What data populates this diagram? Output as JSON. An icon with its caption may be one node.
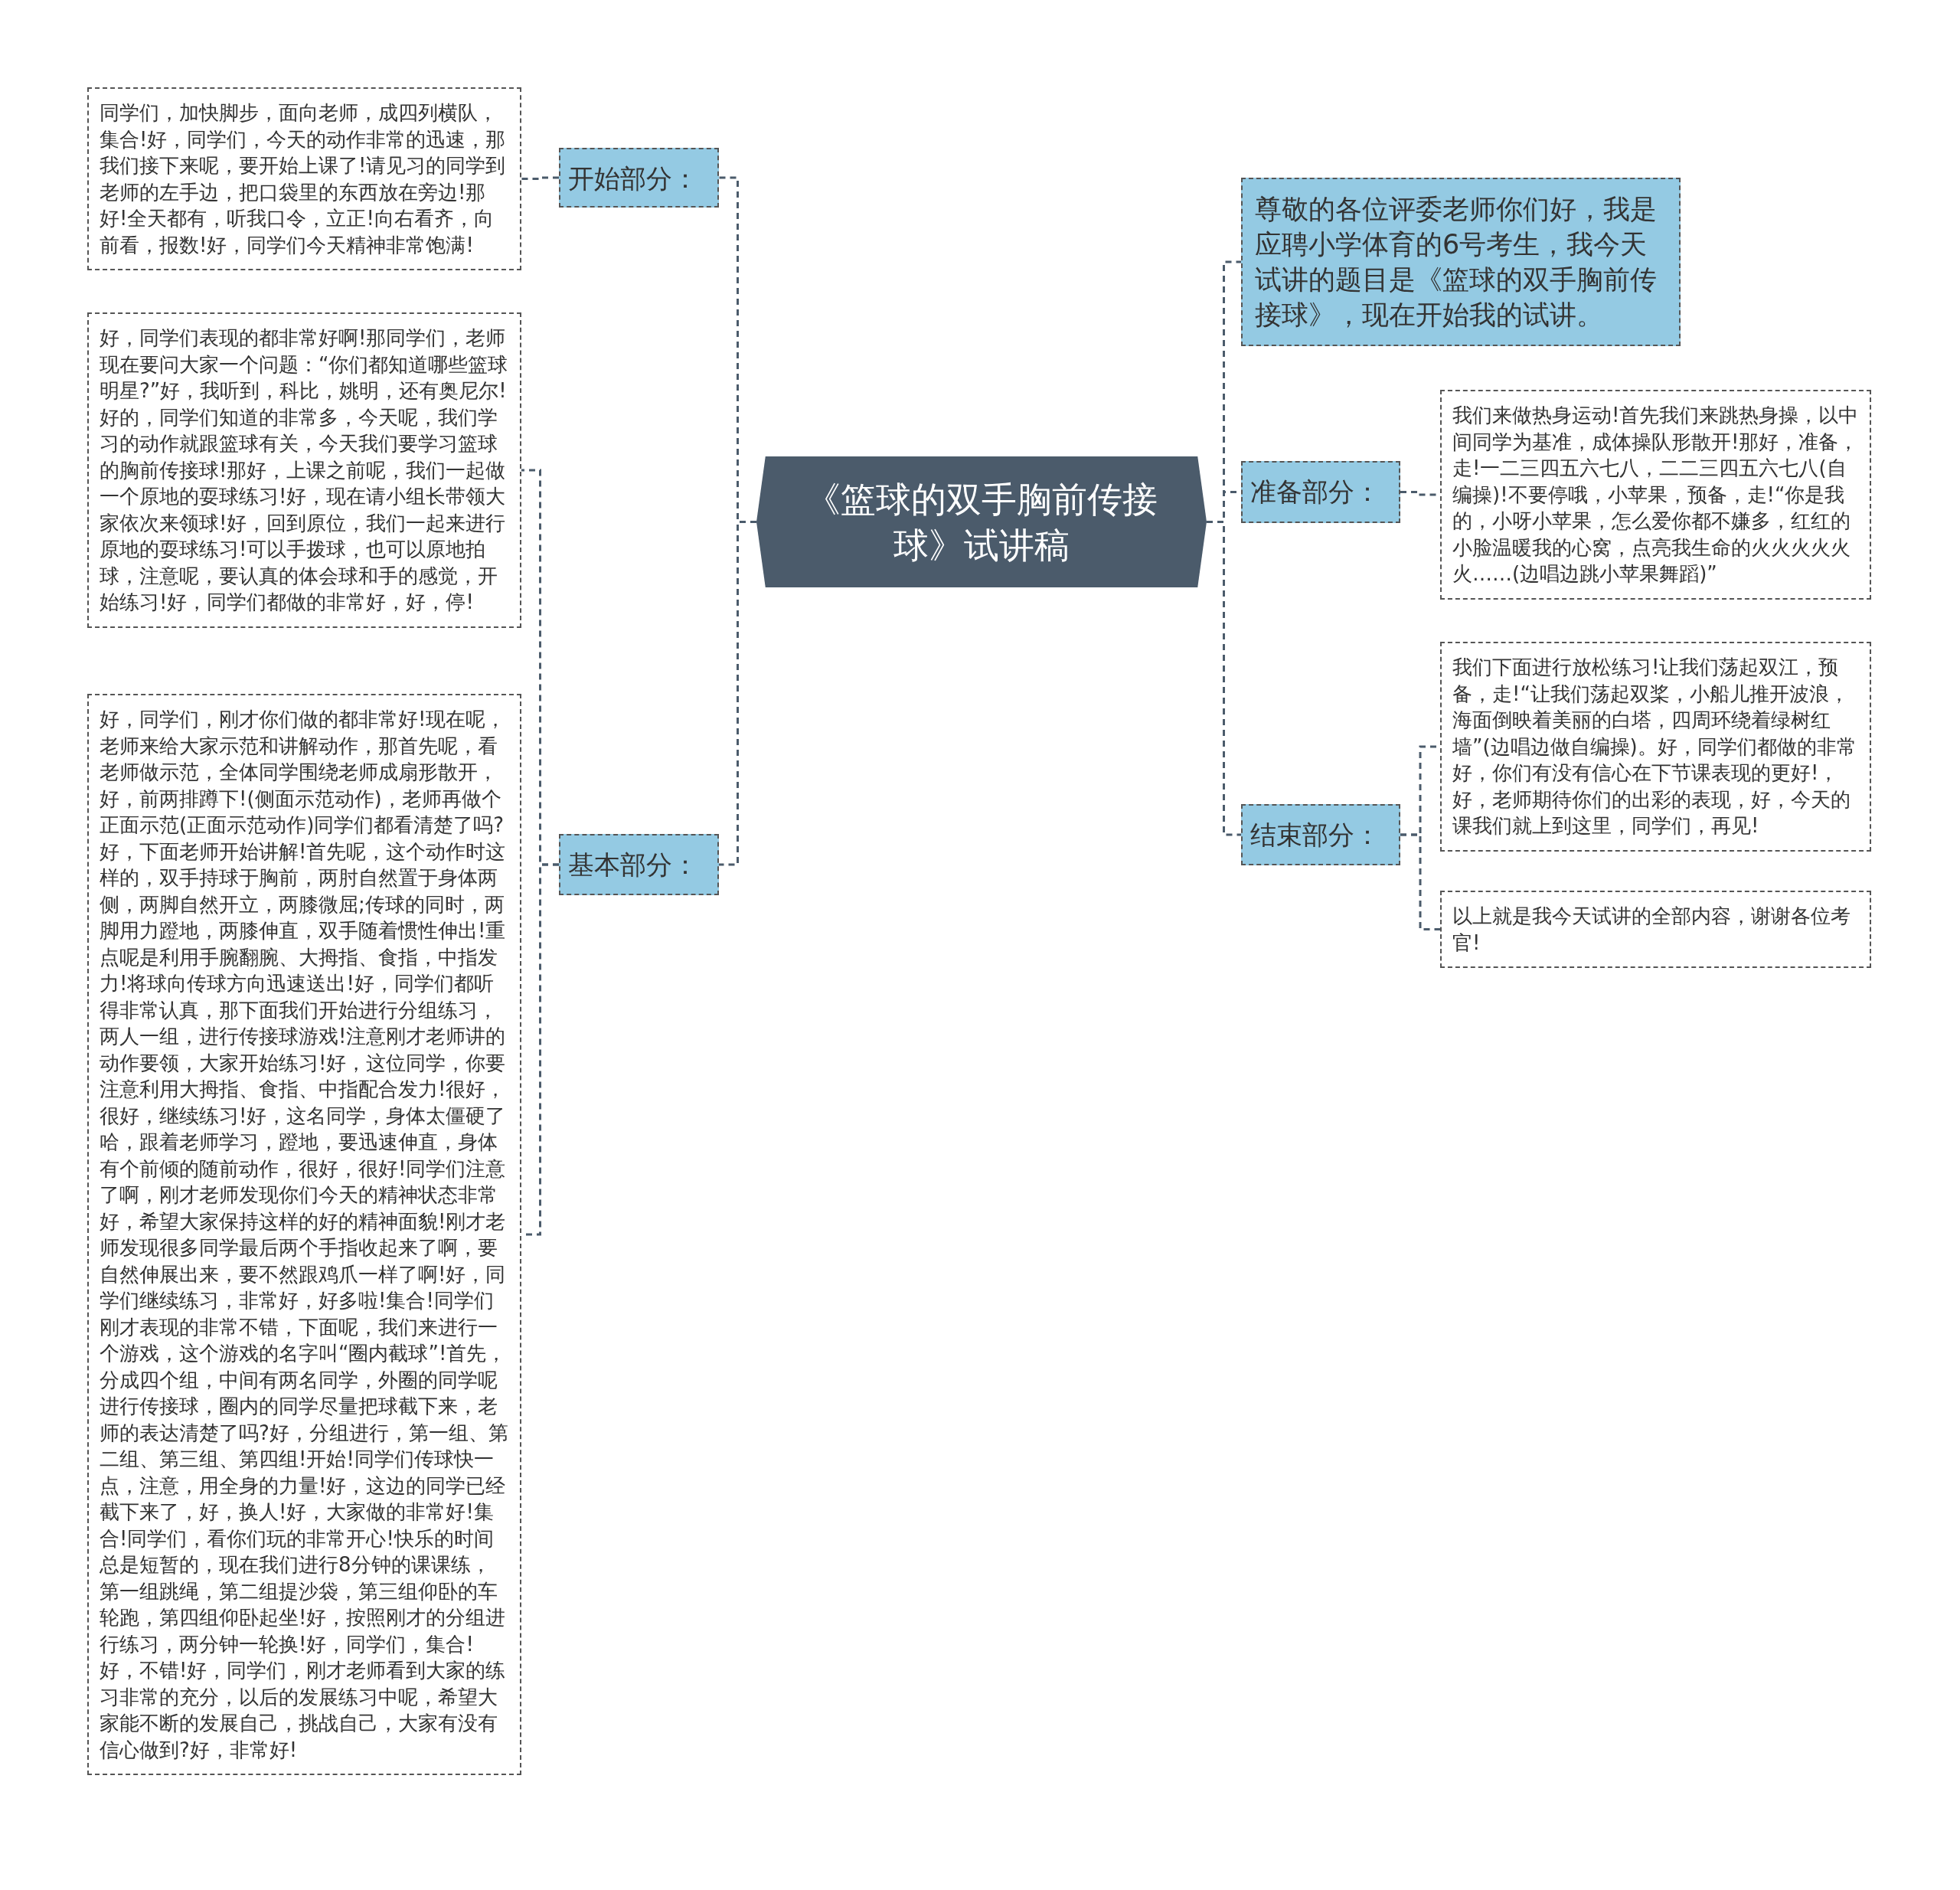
{
  "diagram": {
    "nodes": [
      {
        "text": [
          "《篮球的双手胸前传接球》试讲稿"
        ]
      },
      {
        "text": [
          "开始部分："
        ]
      },
      {
        "text": [
          "同学们，加快脚步，面向老师，成四列横队，集合!好，同学们，今天的动作非常的迅速，那我们接下来呢，要开始上课了!请见习的同学到老师的左手边，把口袋里的东西放在旁边!那好!全天都有，听我口令，立正!向右看齐，向前看，报数!好，同学们今天精神非常饱满!"
        ]
      },
      {
        "text": [
          "基本部分："
        ]
      },
      {
        "text": [
          "好，同学们表现的都非常好啊!那同学们，老师现在要问大家一个问题：“你们都知道哪些篮球明星?”好，我听到，科比，姚明，还有奥尼尔!好的，同学们知道的非常多，今天呢，我们学习的动作就跟篮球有关，今天我们要学习篮球的胸前传接球!那好，上课之前呢，我们一起做一个原地的耍球练习!好，现在请小组长带领大家依次来领球!好，回到原位，我们一起来进行原地的耍球练习!可以手拨球，也可以原地拍球，注意呢，要认真的体会球和手的感觉，开始练习!好，同学们都做的非常好，好，停!"
        ]
      },
      {
        "text": [
          "好，同学们，刚才你们做的都非常好!现在呢，老师来给大家示范和讲解动作，那首先呢，看老师做示范，全体同学围绕老师成扇形散开，好，前两排蹲下!(侧面示范动作)，老师再做个正面示范(正面示范动作)同学们都看清楚了吗?好，下面老师开始讲解!首先呢，这个动作时这样的，双手持球于胸前，两肘自然置于身体两侧，两脚自然开立，两膝微屈;传球的同时，两脚用力蹬地，两膝伸直，双手随着惯性伸出!重点呢是利用手腕翻腕、大拇指、食指，中指发力!将球向传球方向迅速送出!好，同学们都听得非常认真，那下面我们开始进行分组练习，两人一组，进行传接球游戏!注意刚才老师讲的动作要领，大家开始练习!好，这位同学，你要注意利用大拇指、食指、中指配合发力!很好，很好，继续练习!好，这名同学，身体太僵硬了哈，跟着老师学习，蹬地，要迅速伸直，身体有个前倾的随前动作，很好，很好!同学们注意了啊，刚才老师发现你们今天的精神状态非常好，希望大家保持这样的好的精神面貌!刚才老师发现很多同学最后两个手指收起来了啊，要自然伸展出来，要不然跟鸡爪一样了啊!好，同学们继续练习，非常好，好多啦!集合!同学们刚才表现的非常不错，下面呢，我们来进行一个游戏，这个游戏的名字叫“圈内截球”!首先，分成四个组，中间有两名同学，外圈的同学呢进行传接球，圈内的同学尽量把球截下来，老师的表达清楚了吗?好，分组进行，第一组、第二组、第三组、第四组!开始!同学们传球快一点，注意，用全身的力量!好，这边的同学已经截下来了，好，换人!好，大家做的非常好!集合!同学们，看你们玩的非常开心!快乐的时间总是短暂的，现在我们进行8分钟的课课练，第一组跳绳，第二组提沙袋，第三组仰卧的车轮跑，第四组仰卧起坐!好，按照刚才的分组进行练习，两分钟一轮换!好，同学们，集合!好，不错!好，同学们，刚才老师看到大家的练习非常的充分，以后的发展练习中呢，希望大家能不断的发展自己，挑战自己，大家有没有信心做到?好，非常好!"
        ]
      },
      {
        "text": [
          "尊敬的各位评委老师你们好，我是应聘小学体育的6号考生，我今天试讲的题目是《篮球的双手胸前传接球》，现在开始我的试讲。"
        ]
      },
      {
        "text": [
          "准备部分："
        ]
      },
      {
        "text": [
          "我们来做热身运动!首先我们来跳热身操，以中间同学为基准，成体操队形散开!那好，准备，走!一二三四五六七八，二二三四五六七八(自编操)!不要停哦，小苹果，预备，走!“你是我的，小呀小苹果，怎么爱你都不嫌多，红红的小脸温暖我的心窝，点亮我生命的火火火火火火……(边唱边跳小苹果舞蹈)”"
        ]
      },
      {
        "text": [
          "结束部分："
        ]
      },
      {
        "text": [
          "我们下面进行放松练习!让我们荡起双江，预备，走!“让我们荡起双桨，小船儿推开波浪，海面倒映着美丽的白塔，四周环绕着绿树红墙”(边唱边做自编操)。好，同学们都做的非常好，你们有没有信心在下节课表现的更好!，好，老师期待你们的出彩的表现，好，今天的课我们就上到这里，同学们，再见!"
        ]
      },
      {
        "text": [
          "以上就是我今天试讲的全部内容，谢谢各位考官!"
        ]
      }
    ],
    "edges": [
      {
        "from": 0,
        "to": 1,
        "arrow": "none"
      },
      {
        "from": 0,
        "to": 3,
        "arrow": "none"
      },
      {
        "from": 0,
        "to": 6,
        "arrow": "none"
      },
      {
        "from": 0,
        "to": 7,
        "arrow": "none"
      },
      {
        "from": 0,
        "to": 9,
        "arrow": "none"
      },
      {
        "from": 1,
        "to": 2,
        "arrow": "none"
      },
      {
        "from": 3,
        "to": 4,
        "arrow": "none"
      },
      {
        "from": 3,
        "to": 5,
        "arrow": "none"
      },
      {
        "from": 7,
        "to": 8,
        "arrow": "none"
      },
      {
        "from": 9,
        "to": 10,
        "arrow": "none"
      },
      {
        "from": 9,
        "to": 11,
        "arrow": "none"
      }
    ]
  }
}
